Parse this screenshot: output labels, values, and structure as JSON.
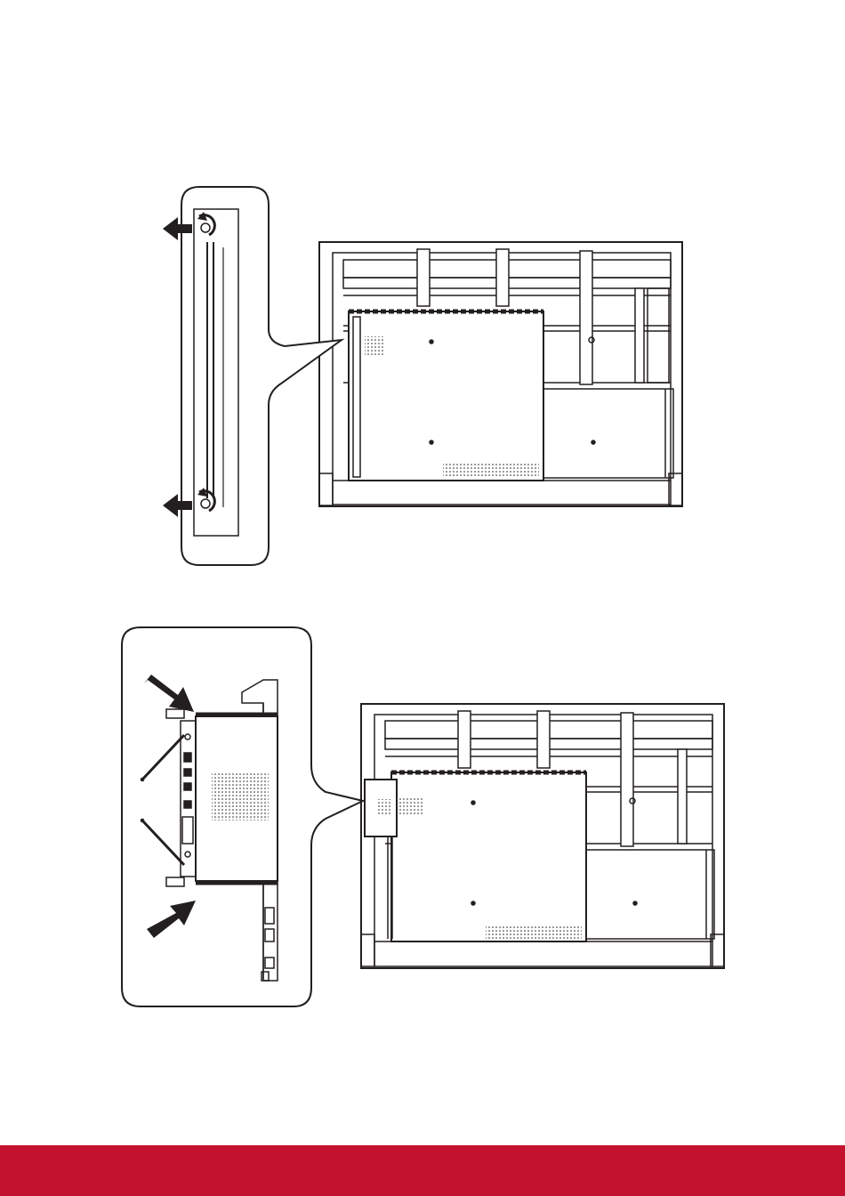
{
  "page": {
    "background": "#ffffff",
    "line_color": "#231f20",
    "footer_color": "#c3122f"
  },
  "figures": [
    {
      "id": "remove-slot-cover",
      "callout": "screw-removal-detail",
      "arrows": [
        "arrow-left",
        "arrow-left"
      ],
      "icons": [
        "counter-clockwise-rotate-icon",
        "counter-clockwise-rotate-icon"
      ]
    },
    {
      "id": "insert-slot-pc",
      "callout": "slot-pc-insertion-detail",
      "arrows": [
        "arrow-push-down-right",
        "arrow-push-up-right"
      ],
      "icons": [
        "antenna-icon",
        "antenna-icon"
      ]
    }
  ]
}
